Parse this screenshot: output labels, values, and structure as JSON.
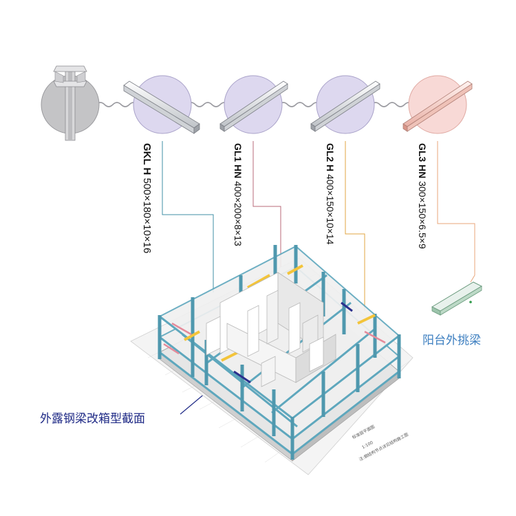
{
  "members": [
    {
      "id": "column",
      "label": "",
      "spec": ""
    },
    {
      "id": "gkl",
      "label": "GKL H",
      "spec": "500×180×10×16",
      "color": "#3f8fa6"
    },
    {
      "id": "gl1",
      "label": "GL1 HN",
      "spec": "400×200×8×13",
      "color": "#b86a7a"
    },
    {
      "id": "gl2",
      "label": "GL2 H",
      "spec": "400×150×10×14",
      "color": "#e1a640"
    },
    {
      "id": "gl3",
      "label": "GL3 HN",
      "spec": "300×150×6.5×9",
      "color": "#e8a57a"
    }
  ],
  "annotations": {
    "balcony": "阳台外挑梁",
    "box_section": "外露钢梁改箱型截面"
  },
  "drawing_notes": {
    "plan_title": "标准层平面图",
    "line2": "1:100",
    "line3": "注:钢结构节点详见结构施工图"
  },
  "colors": {
    "structure_teal": "#5ea7bd",
    "beam_yellow": "#f3c43a",
    "beam_pink": "#e58a9a",
    "beam_navy": "#2b2f8c",
    "core_white": "#f2f2f2",
    "circle_lavender": "#ddd8ef",
    "circle_gray": "#c4c4c6",
    "circle_pink": "#f8d9d6",
    "annotation_blue": "#3d7fc0",
    "annotation_navy": "#1f2a86"
  }
}
